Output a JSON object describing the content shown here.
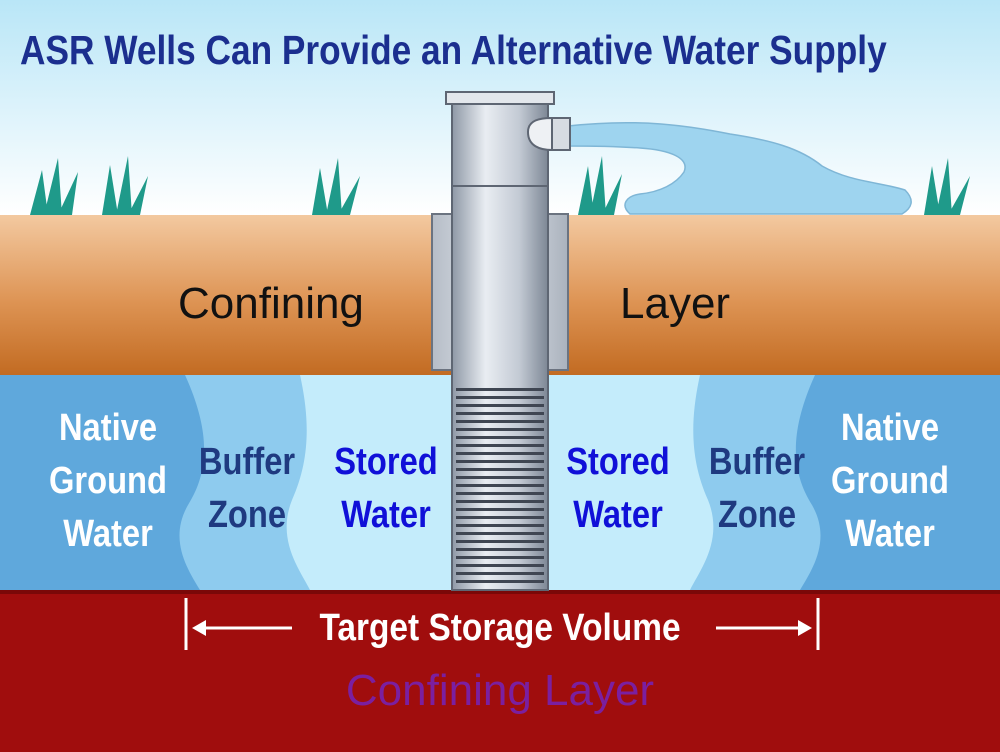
{
  "title": "ASR Wells Can Provide an Alternative Water Supply",
  "upper_layer": {
    "left_word": "Confining",
    "right_word": "Layer"
  },
  "zones": {
    "native_left": "Native Ground Water",
    "buffer_left": "Buffer Zone",
    "stored_left": "Stored Water",
    "stored_right": "Stored Water",
    "buffer_right": "Buffer Zone",
    "native_right": "Native Ground Water"
  },
  "target_storage": "Target Storage Volume",
  "lower_layer": "Confining Layer",
  "colors": {
    "sky_top": "#b9e6f7",
    "soil": "#d98a45",
    "native_water": "#5fa8dc",
    "buffer_water": "#8ecbee",
    "stored_water": "#c4ecfb",
    "bedrock": "#a00d0d",
    "well": "#c7cdd6",
    "title": "#1b2f8f"
  }
}
